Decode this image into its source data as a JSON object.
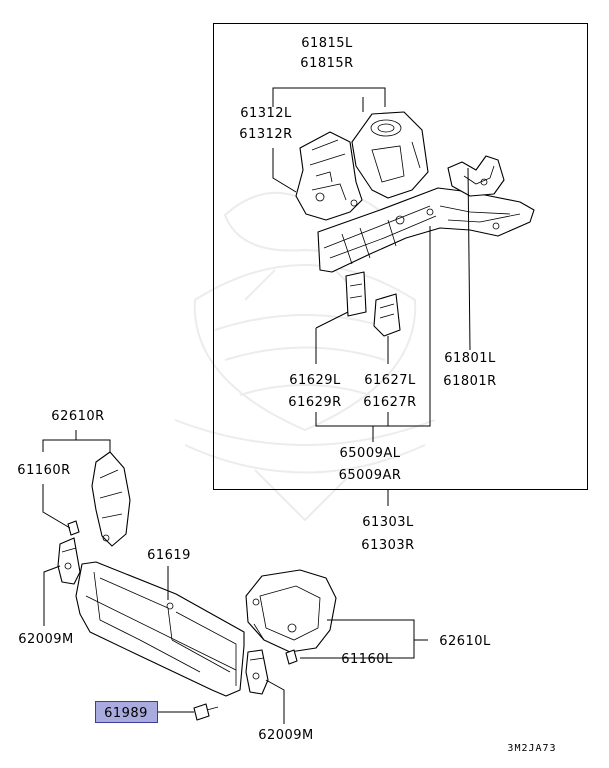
{
  "part_numbers": {
    "p61815L": "61815L",
    "p61815R": "61815R",
    "p61312L": "61312L",
    "p61312R": "61312R",
    "p61801L": "61801L",
    "p61801R": "61801R",
    "p61629L": "61629L",
    "p61629R": "61629R",
    "p61627L": "61627L",
    "p61627R": "61627R",
    "p65009AL": "65009AL",
    "p65009AR": "65009AR",
    "p61303L": "61303L",
    "p61303R": "61303R",
    "p62610R": "62610R",
    "p61160R": "61160R",
    "p61619": "61619",
    "p62009M_left": "62009M",
    "p62610L": "62610L",
    "p61160L": "61160L",
    "p61989": "61989",
    "p62009M_bottom": "62009M"
  },
  "diagram_code": "3M2JA73",
  "colors": {
    "highlight_fill": "#a9abdf",
    "highlight_border": "#3b3f9a",
    "line": "#000000",
    "watermark": "#ececec"
  }
}
